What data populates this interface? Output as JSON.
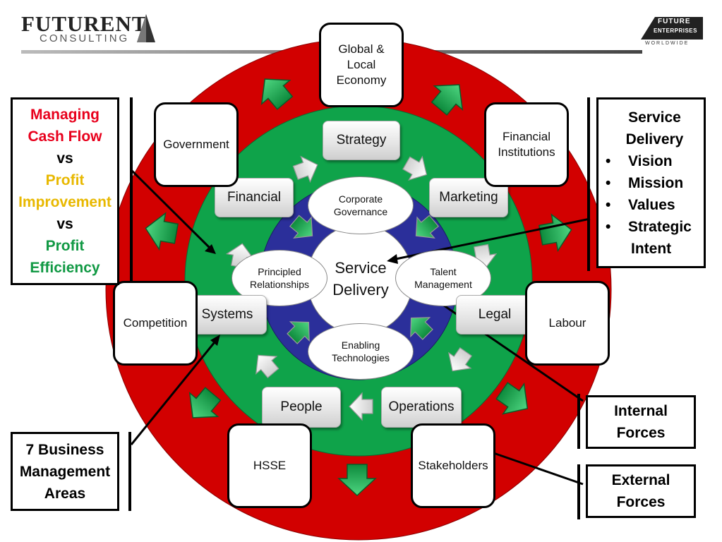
{
  "logo_left": {
    "line1": "FUTURENT",
    "line2": "CONSULTING"
  },
  "logo_right": {
    "line1": "FUTURE",
    "line2": "ENTERPRISES",
    "line3": "WORLDWIDE"
  },
  "colors": {
    "outer_ring": "#d20000",
    "middle_ring": "#0fa34a",
    "inner_ring": "#2b2f9a",
    "arrow_green": "#1fa650",
    "arrow_white": "#f0f0f0"
  },
  "center": {
    "line1": "Service",
    "line2": "Delivery"
  },
  "inner_ellipses": {
    "corporate": {
      "line1": "Corporate",
      "line2": "Governance"
    },
    "principled": {
      "line1": "Principled",
      "line2": "Relationships"
    },
    "talent": {
      "line1": "Talent",
      "line2": "Management"
    },
    "enabling": {
      "line1": "Enabling",
      "line2": "Technologies"
    }
  },
  "business_areas": {
    "strategy": "Strategy",
    "marketing": "Marketing",
    "legal": "Legal",
    "operations": "Operations",
    "people": "People",
    "systems": "Systems",
    "financial": "Financial"
  },
  "external_boxes": {
    "global": {
      "line1": "Global &",
      "line2": "Local",
      "line3": "Economy"
    },
    "government": "Government",
    "financial_institutions": {
      "line1": "Financial",
      "line2": "Institutions"
    },
    "competition": "Competition",
    "labour": "Labour",
    "hsse": "HSSE",
    "stakeholders": "Stakeholders"
  },
  "left_callout": {
    "l1": "Managing",
    "l2": "Cash Flow",
    "l3": "vs",
    "l4": "Profit",
    "l5": "Improvement",
    "l6": "vs",
    "l7": "Profit",
    "l8": "Efficiency",
    "c_red": "#e8001c",
    "c_yellow": "#e8b800",
    "c_green": "#119944"
  },
  "right_callout": {
    "title1": "Service",
    "title2": "Delivery",
    "items": [
      "Vision",
      "Mission",
      "Values",
      "Strategic"
    ],
    "last_line": "Intent",
    "bullet": "•"
  },
  "bottom_left_callout": {
    "l1": "7 Business",
    "l2": "Management",
    "l3": "Areas"
  },
  "internal_forces": {
    "l1": "Internal",
    "l2": "Forces"
  },
  "external_forces": {
    "l1": "External",
    "l2": "Forces"
  }
}
